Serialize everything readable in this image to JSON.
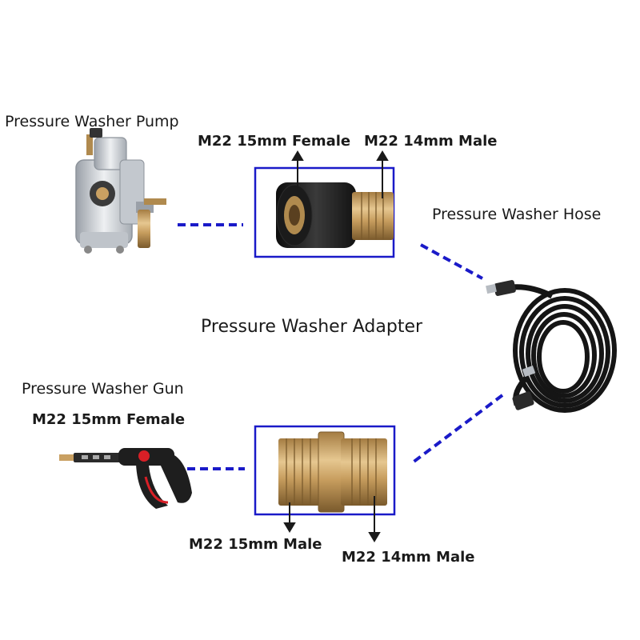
{
  "labels": {
    "pump": "Pressure Washer Pump",
    "hose": "Pressure Washer Hose",
    "adapter": "Pressure Washer Adapter",
    "gun": "Pressure Washer Gun",
    "gun_thread": "M22 15mm Female",
    "top_left_thread": "M22 15mm Female",
    "top_right_thread": "M22 14mm Male",
    "bottom_left_thread": "M22 15mm Male",
    "bottom_right_thread": "M22 14mm Male"
  },
  "colors": {
    "frame": "#1a1ac8",
    "connector": "#1a1ac8",
    "brass": "#c9a062",
    "brass_dark": "#8a6a36",
    "black_part": "#1e1e1e",
    "hose": "#151515",
    "gun_red": "#d81f26",
    "pump_body": "#cfd3d8"
  }
}
